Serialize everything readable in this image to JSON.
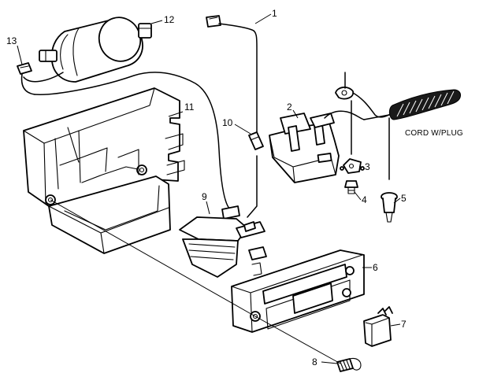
{
  "diagram": {
    "callouts": [
      {
        "id": "1",
        "label": "1"
      },
      {
        "id": "2",
        "label": "2"
      },
      {
        "id": "3",
        "label": "3"
      },
      {
        "id": "4",
        "label": "4"
      },
      {
        "id": "5",
        "label": "5"
      },
      {
        "id": "6",
        "label": "6"
      },
      {
        "id": "7",
        "label": "7"
      },
      {
        "id": "8",
        "label": "8"
      },
      {
        "id": "9",
        "label": "9"
      },
      {
        "id": "10",
        "label": "10"
      },
      {
        "id": "11",
        "label": "11"
      },
      {
        "id": "12",
        "label": "12"
      },
      {
        "id": "13",
        "label": "13"
      }
    ],
    "cord_label": "CORD W/PLUG"
  }
}
